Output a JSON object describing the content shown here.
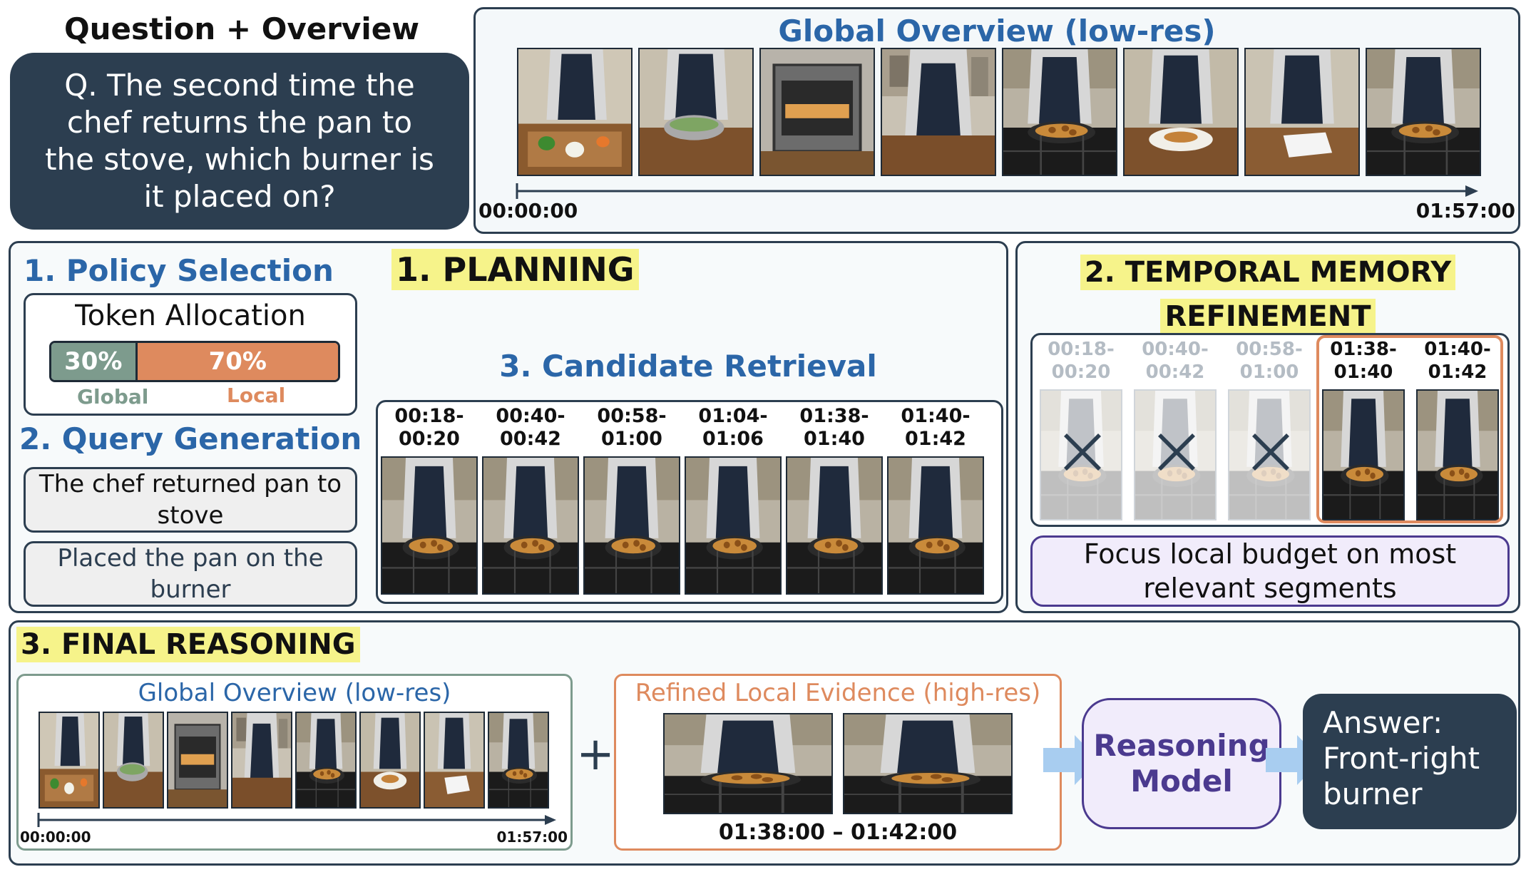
{
  "top": {
    "question_overview_title": "Question + Overview",
    "question_text": "Q. The second time the chef returns the pan to the stove, which burner is it placed on?",
    "global_overview_title": "Global Overview (low-res)",
    "timeline_start": "00:00:00",
    "timeline_end": "01:57:00"
  },
  "planning": {
    "banner": "1. PLANNING",
    "policy_heading": "1. Policy Selection",
    "token_allocation_title": "Token Allocation",
    "global_pct_label": "30%",
    "local_pct_label": "70%",
    "global_share": 0.3,
    "local_share": 0.7,
    "global_label": "Global",
    "local_label": "Local",
    "query_heading": "2. Query Generation",
    "query_1": "The chef returned pan to stove",
    "query_2": "Placed the pan on the burner",
    "retrieval_heading": "3. Candidate Retrieval",
    "candidates": [
      {
        "start": "00:18-",
        "end": "00:20"
      },
      {
        "start": "00:40-",
        "end": "00:42"
      },
      {
        "start": "00:58-",
        "end": "01:00"
      },
      {
        "start": "01:04-",
        "end": "01:06"
      },
      {
        "start": "01:38-",
        "end": "01:40"
      },
      {
        "start": "01:40-",
        "end": "01:42"
      }
    ]
  },
  "memory": {
    "banner_line1": "2. TEMPORAL MEMORY",
    "banner_line2": "REFINEMENT",
    "segments": [
      {
        "start": "00:18-",
        "end": "00:20",
        "kept": false
      },
      {
        "start": "00:40-",
        "end": "00:42",
        "kept": false
      },
      {
        "start": "00:58-",
        "end": "01:00",
        "kept": false
      },
      {
        "start": "01:38-",
        "end": "01:40",
        "kept": true
      },
      {
        "start": "01:40-",
        "end": "01:42",
        "kept": true
      }
    ],
    "focus_text": "Focus local budget on most relevant segments"
  },
  "final": {
    "banner": "3. FINAL REASONING",
    "global_title": "Global Overview (low-res)",
    "timeline_start": "00:00:00",
    "timeline_end": "01:57:00",
    "plus": "+",
    "local_title": "Refined Local Evidence (high-res)",
    "local_range": "01:38:00 – 01:42:00",
    "model_line1": "Reasoning",
    "model_line2": "Model",
    "answer_line1": "Answer:",
    "answer_line2": "Front-right",
    "answer_line3": "burner"
  },
  "colors": {
    "navy": "#2c3e50",
    "blue_heading": "#2b66a8",
    "highlight": "#f6f38a",
    "global_green": "#7d9b8d",
    "local_orange": "#de8a5e",
    "purple": "#4b3a8f",
    "purple_fill": "#f1ecfb",
    "arrow_blue": "#a8cdf0"
  },
  "icons": {
    "frames": "cooking-video-frame",
    "discard": "x-mark-icon",
    "flow": "arrow-right-icon"
  }
}
